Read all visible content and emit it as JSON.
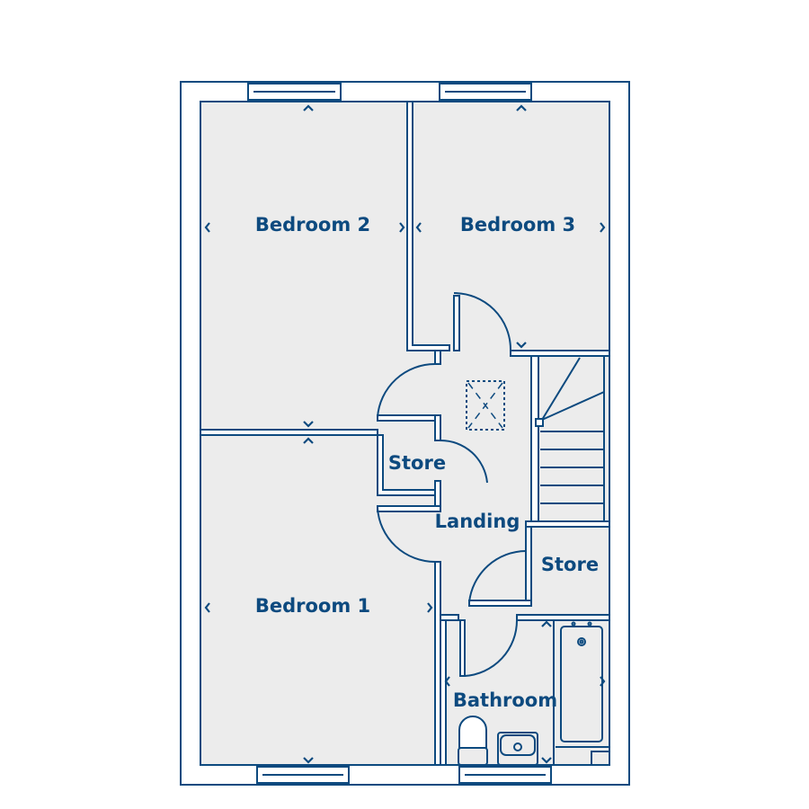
{
  "colors": {
    "line": "#0d4a7f",
    "floor": "#ececec"
  },
  "rooms": {
    "bedroom2": "Bedroom 2",
    "bedroom3": "Bedroom 3",
    "bedroom1": "Bedroom 1",
    "store_left": "Store",
    "store_right": "Store",
    "landing": "Landing",
    "bathroom": "Bathroom"
  }
}
